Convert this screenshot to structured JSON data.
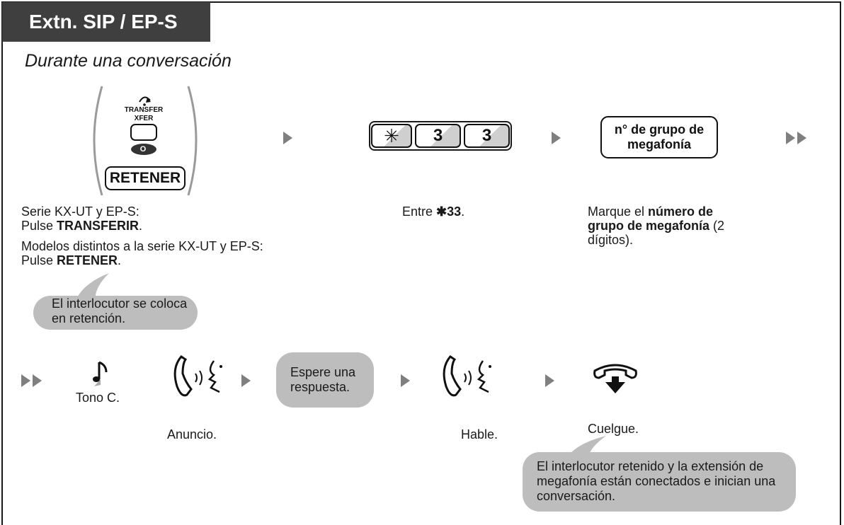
{
  "header": {
    "title": "Extn. SIP / EP-S"
  },
  "subtitle": "Durante una conversación",
  "step1": {
    "transfer_label": "TRANSFER",
    "xfer_label": "XFER",
    "hold_key_mark": "O",
    "hold_label": "RETENER",
    "line1": "Serie KX-UT y EP-S:",
    "line2_prefix": "Pulse ",
    "line2_bold": "TRANSFERIR",
    "line2_suffix": ".",
    "line3": "Modelos distintos a la serie KX-UT y EP-S:",
    "line4_prefix": "Pulse ",
    "line4_bold": "RETENER",
    "line4_suffix": ".",
    "bubble": "El interlocutor se coloca en retención."
  },
  "step2": {
    "keys": [
      "✳",
      "3",
      "3"
    ],
    "caption_prefix": "Entre ",
    "caption_bold": "✱33",
    "caption_suffix": "."
  },
  "step3": {
    "box_label": "n° de grupo de megafonía",
    "caption_prefix": "Marque el ",
    "caption_bold": "número de grupo de megafonía",
    "caption_suffix": " (2 dígitos)."
  },
  "row2": {
    "tone_label": "Tono C.",
    "announce_label": "Anuncio.",
    "wait_bubble": "Espere una respuesta.",
    "talk_label": "Hable.",
    "hangup_label": "Cuelgue.",
    "final_bubble": "El interlocutor retenido y la extensión de megafonía están conectados e inician una conversación."
  },
  "icons": {
    "step_arrow": "arrow-right-icon",
    "continue_arrow": "double-arrow-right-icon",
    "tone": "music-note-icon",
    "talk": "handset-talking-icon",
    "hangup": "hang-up-icon"
  },
  "colors": {
    "header_bg": "#3f3f3f",
    "bubble_bg": "#bdbdbd",
    "arrow": "#7f7f7f"
  }
}
